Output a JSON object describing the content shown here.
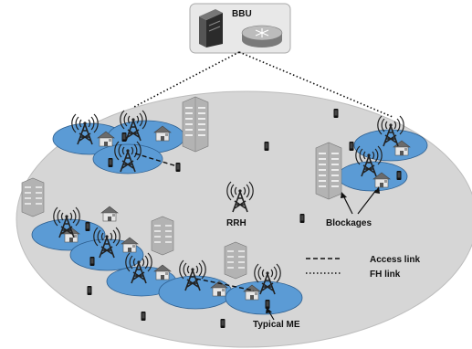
{
  "labels": {
    "bbu": "BBU",
    "rrh": "RRH",
    "blockages": "Blockages",
    "typical_me": "Typical ME"
  },
  "legend": {
    "access_link": "Access link",
    "fh_link": "FH link"
  },
  "colors": {
    "area": "#d6d6d6",
    "cell": "#5b9bd5",
    "cell_stroke": "#2e5f8f",
    "tower": "#222222",
    "building": "#a9a9a9",
    "device": "#111111",
    "house_wall": "#e0e0e0",
    "house_roof": "#6b6b6b"
  },
  "icons": [
    "antenna-tower-icon",
    "building-icon",
    "house-icon",
    "mobile-device-icon",
    "server-icon",
    "router-icon"
  ]
}
